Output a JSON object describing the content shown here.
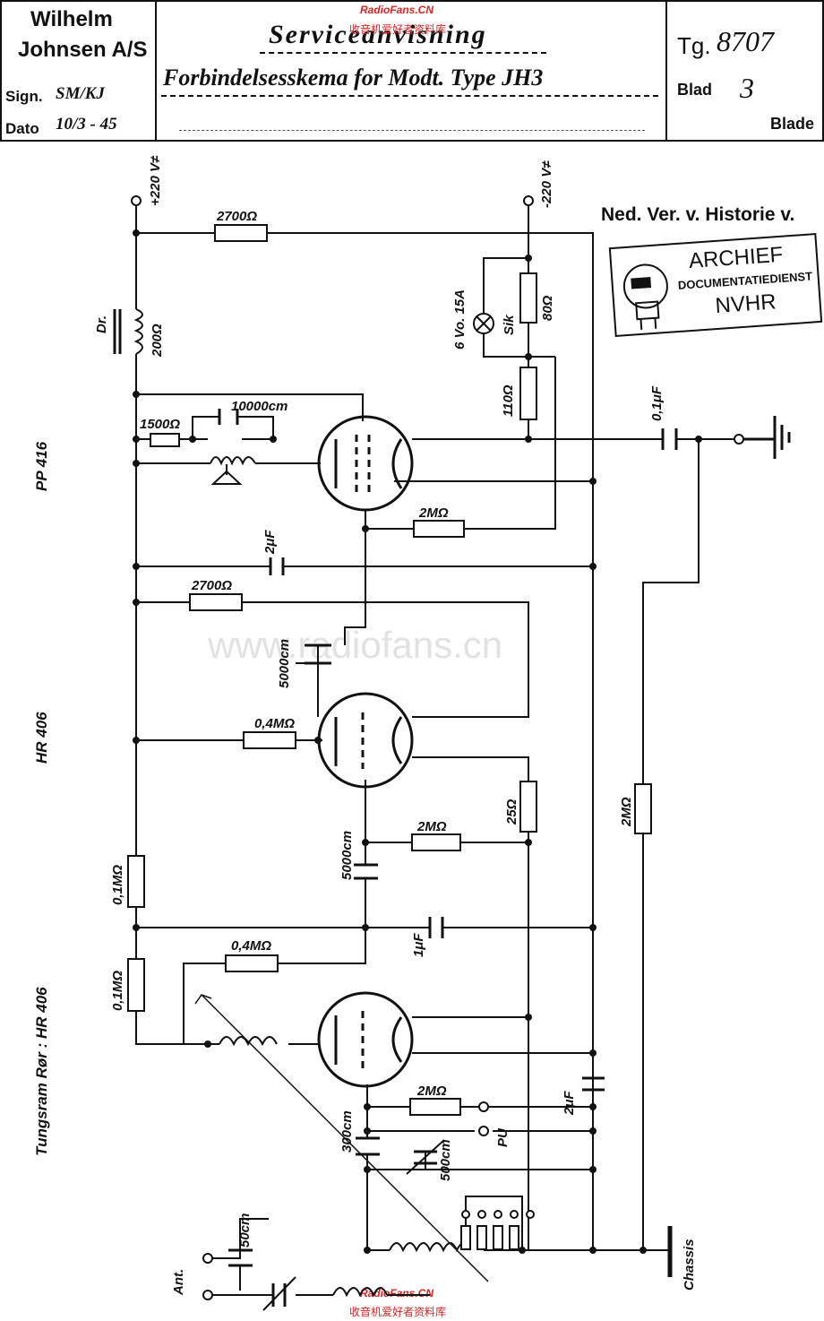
{
  "header": {
    "company": [
      "Wilhelm",
      "Johnsen A/S"
    ],
    "sign_label": "Sign.",
    "sign_value": "SM/KJ",
    "date_label": "Dato",
    "date_value": "10/3 - 45",
    "title": "Serviceanvisning",
    "subtitle": "Forbindelsesskema for Modt. Type JH3",
    "tg_label": "Tg.",
    "tg_value": "8707",
    "blad_label": "Blad",
    "blad_value": "3",
    "blade_label": "Blade"
  },
  "archive": {
    "note": "Ned. Ver. v. Historie v.",
    "stamp_line1": "ARCHIEF",
    "stamp_line2": "DOCUMENTATIEDIENST",
    "stamp_line3": "NVHR"
  },
  "watermarks": {
    "center": "www.radiofans.cn",
    "top_en": "RadioFans.CN",
    "top_cn": "收音机爱好者资料库",
    "bottom_en": "RadioFans.CN",
    "bottom_cn": "收音机爱好者资料库"
  },
  "tubes": {
    "tube1": "PP 416",
    "tube2": "HR 406",
    "tube3": "Tungsram Rør : HR 406"
  },
  "labels": {
    "plus220": "+220 V≠",
    "minus220": "-220 V≠",
    "r2700_top": "2700Ω",
    "choke": "Dr.",
    "choke_r": "200Ω",
    "lamp": "6 Vo. 15A",
    "sik": "Sik",
    "r80": "80Ω",
    "r110": "110Ω",
    "r1500": "1500Ω",
    "c10000": "10000cm",
    "c01uf": "0,1μF",
    "r2m_1": "2MΩ",
    "c2uf_1": "2μF",
    "r2700_mid": "2700Ω",
    "c5000_1": "5000cm",
    "r04m_1": "0,4MΩ",
    "r25": "25Ω",
    "r2m_2": "2MΩ",
    "c5000_2": "5000cm",
    "r01m_1": "0,1MΩ",
    "c1uf": "1μF",
    "r04m_2": "0,4MΩ",
    "r01m_2": "0,1MΩ",
    "r2m_right": "2MΩ",
    "r2m_3": "2MΩ",
    "c2uf_2": "2μF",
    "c300": "300cm",
    "c500": "500cm",
    "pu": "PU",
    "c50": "50cm",
    "ant": "Ant.",
    "chassis": "Chassis"
  }
}
